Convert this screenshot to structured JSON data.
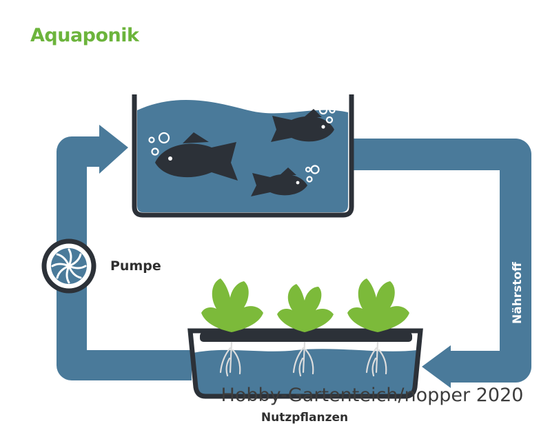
{
  "title": "Aquaponik",
  "labels": {
    "pump": "Pumpe",
    "plants": "Nutzpflanzen",
    "nutrient": "Nährstoff"
  },
  "watermark": "Hobby-Gartenteich/nopper 2020",
  "icons": {
    "pump": "pump-icon",
    "fish": "fish-icon",
    "plant": "plant-icon",
    "bubbles": "bubbles-icon",
    "roots": "roots-icon"
  },
  "colors": {
    "title": "#6cb43c",
    "pipe": "#4a7a9a",
    "water": "#4a7a9a",
    "outline": "#2c3138",
    "fish": "#2c3138",
    "leaf": "#7cba3a"
  }
}
